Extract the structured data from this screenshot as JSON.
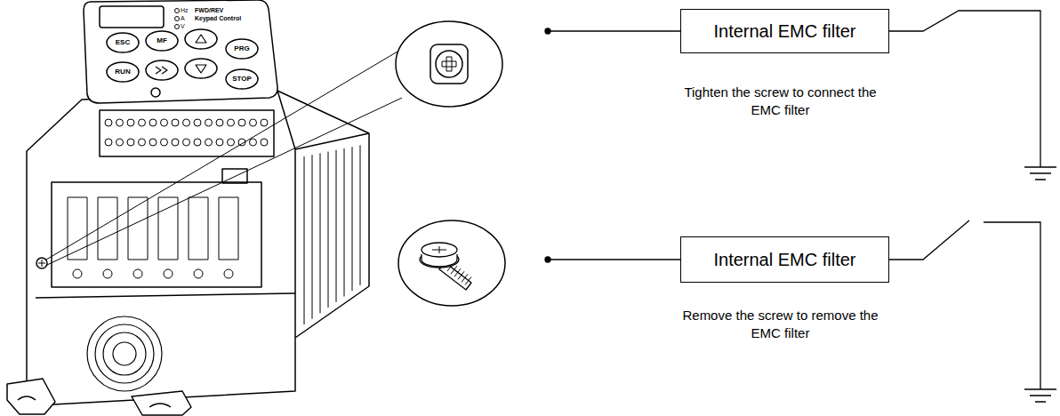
{
  "diagram": {
    "nodes": [
      {
        "text": [
          "Internal EMC filter"
        ]
      },
      {
        "text": [
          "Internal EMC filter"
        ]
      }
    ],
    "labels": [
      "ESC",
      "MF",
      "PRG",
      "RUN",
      "STOP",
      "Hz",
      "A",
      "V",
      "FWD/REV",
      "Keypad Control",
      "Tighten the screw to connect the EMC filter",
      "Remove the screw to remove the EMC filter"
    ]
  }
}
